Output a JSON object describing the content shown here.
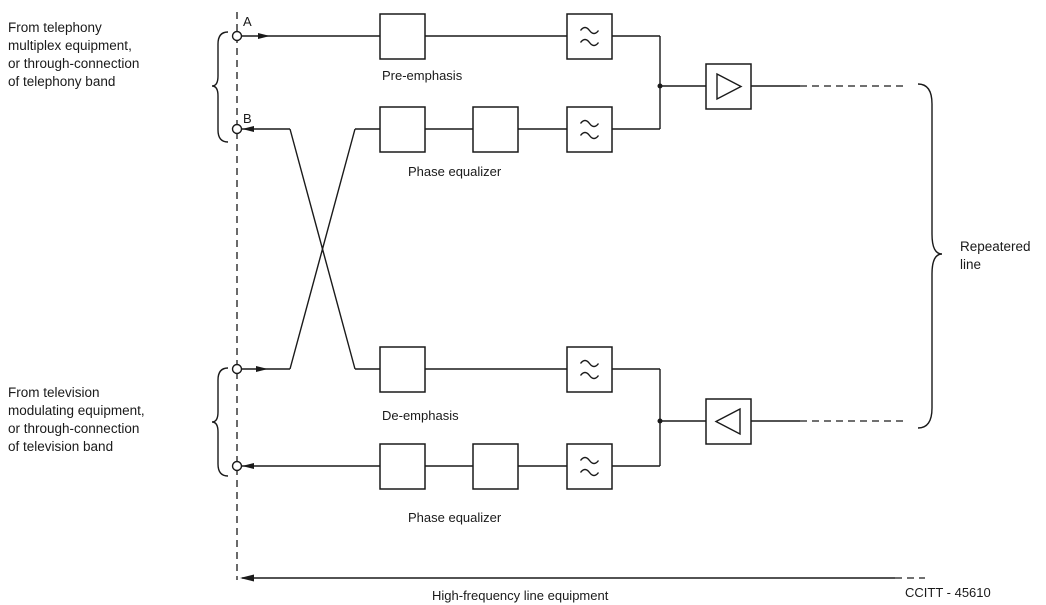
{
  "terminals": {
    "a": "A",
    "b": "B"
  },
  "sources": {
    "telephony": [
      "From telephony",
      "multiplex equipment,",
      "or through-connection",
      "of telephony band"
    ],
    "television": [
      "From television",
      "modulating equipment,",
      "or through-connection",
      "of television band"
    ]
  },
  "blocks": {
    "pre_emphasis": "Pre-emphasis",
    "phase_equalizer_top": "Phase equalizer",
    "de_emphasis": "De-emphasis",
    "phase_equalizer_bottom": "Phase equalizer"
  },
  "line": {
    "label": [
      "Repeatered",
      "line"
    ]
  },
  "footer": {
    "equipment": "High-frequency line equipment",
    "code": "CCITT - 45610"
  }
}
